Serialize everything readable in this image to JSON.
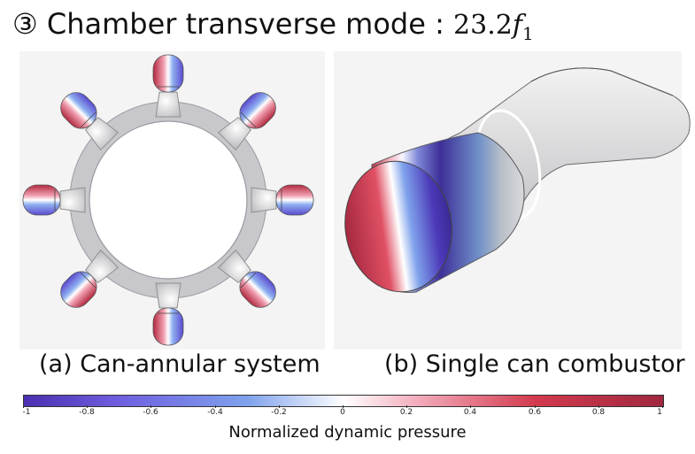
{
  "title": {
    "marker": "③",
    "text": "Chamber transverse mode :",
    "math_value": "23.2",
    "math_symbol": "f",
    "math_subscript": "1"
  },
  "panels": [
    {
      "caption": "(a) Can-annular system"
    },
    {
      "caption": "(b) Single can combustor"
    }
  ],
  "colorbar": {
    "label": "Normalized dynamic pressure",
    "ticks": [
      "-1",
      "-0.8",
      "-0.6",
      "-0.4",
      "-0.2",
      "0",
      "0.2",
      "0.4",
      "0.6",
      "0.8",
      "1"
    ],
    "colors": {
      "min": "#4b2fb0",
      "mid": "#ffffff",
      "max": "#a0283f"
    }
  }
}
